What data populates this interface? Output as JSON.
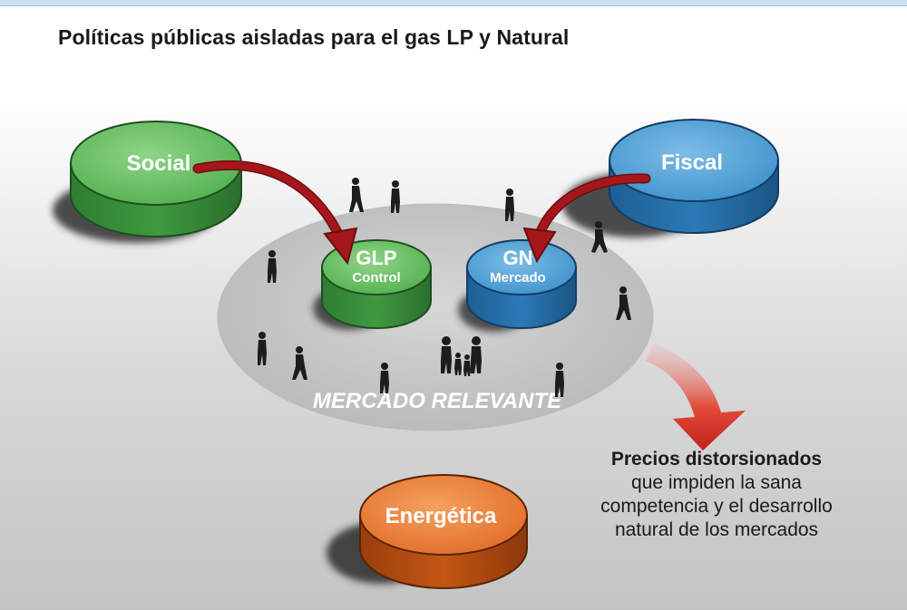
{
  "title": "Políticas públicas aisladas para el gas LP y Natural",
  "nodes": {
    "social": {
      "label": "Social",
      "color": "#5cb85a"
    },
    "fiscal": {
      "label": "Fiscal",
      "color": "#3a8fca"
    },
    "glp": {
      "label": "GLP",
      "sublabel": "Control",
      "color": "#63b95f"
    },
    "gn": {
      "label": "GN",
      "sublabel": "Mercado",
      "color": "#3c8ecb"
    },
    "energetica": {
      "label": "Energética",
      "color": "#e06a24"
    }
  },
  "market": {
    "label": "MERCADO RELEVANTE"
  },
  "caption": {
    "bold": "Precios distorsionados",
    "lines": [
      "que impiden la sana",
      "competencia y el desarrollo",
      "natural de los mercados"
    ]
  },
  "colors": {
    "arrow_red": "#a6171b",
    "market_disc": "#c9c9c9",
    "figures": "#1c1c1c"
  }
}
